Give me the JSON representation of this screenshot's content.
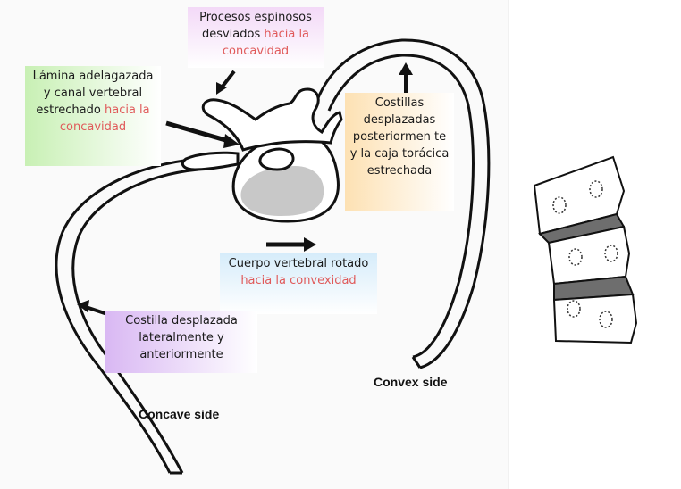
{
  "labels": {
    "espinosos": {
      "black": "Procesos espinosos desviados",
      "red": "hacia la concavidad"
    },
    "lamina": {
      "black": "Lámina adelagazada y canal vertebral estrechado",
      "red": "hacia la concavidad"
    },
    "costillas": {
      "black": "Costillas desplazadas posteriormen te y la caja torácica estrechada"
    },
    "cuerpo": {
      "black": "Cuerpo vertebral rotado",
      "red": "hacia la convexidad"
    },
    "costilla": {
      "black": "Costilla desplazada lateralmente y anteriormente"
    }
  },
  "sides": {
    "concave": "Concave side",
    "convex": "Convex side"
  },
  "colors": {
    "red_text": "#e05a5a",
    "purple_box": "#d9b8f3",
    "green_box": "#c8f0b4",
    "orange_box": "#fde1b3",
    "blue_box": "#d6ecfa",
    "pink_box": "#f3d9f7",
    "vertebral_body_fill": "#c8c8c8",
    "disc_fill": "#6e6e6e"
  }
}
